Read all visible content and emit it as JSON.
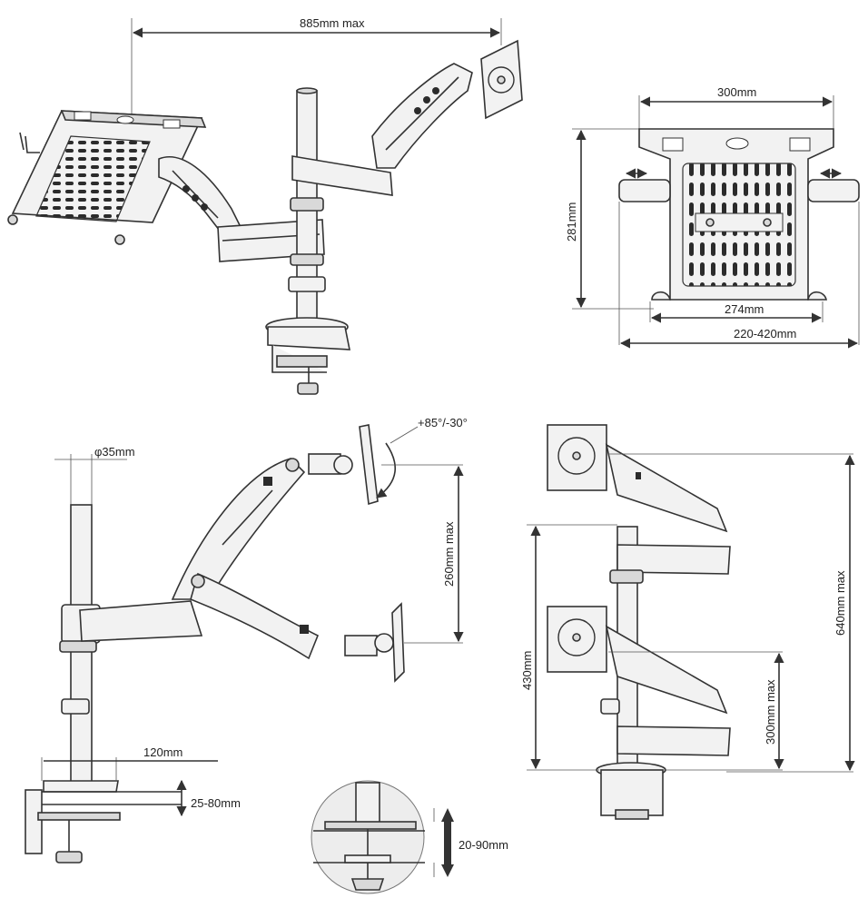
{
  "dims": {
    "reach": "885mm max",
    "tray_width": "300mm",
    "tray_depth": "281mm",
    "tray_inner": "274mm",
    "tray_adjust": "220-420mm",
    "tilt": "+85°/-30°",
    "pole_diameter": "φ35mm",
    "arm_lift": "260mm max",
    "clamp_depth": "120mm",
    "desk_thickness": "25-80mm",
    "grommet_thickness": "20-90mm",
    "pole_height": "430mm",
    "arm_height": "300mm max",
    "total_height": "640mm  max"
  }
}
